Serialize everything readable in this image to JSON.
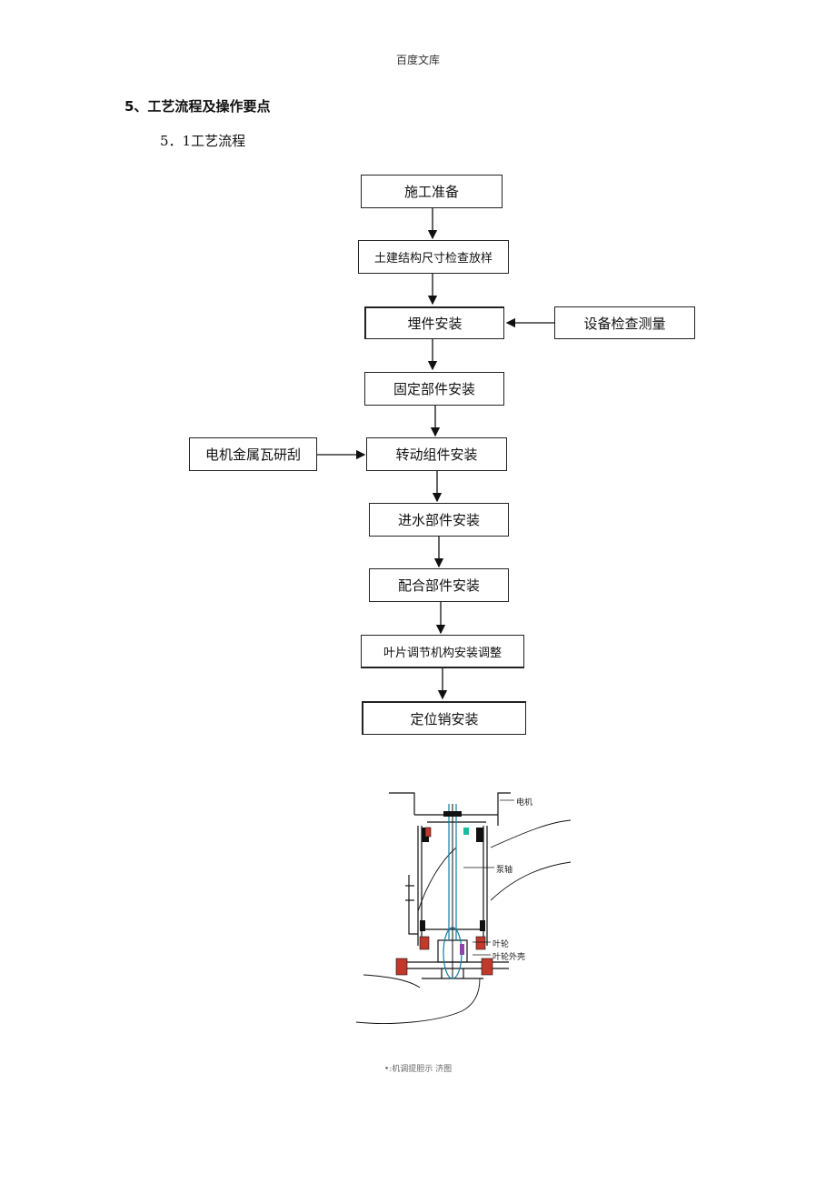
{
  "header": {
    "title": "百度文库"
  },
  "section": {
    "heading": "5、工艺流程及操作要点",
    "subheading": "5．1工艺流程"
  },
  "flow": {
    "steps": [
      "施工准备",
      "土建结构尺寸检查放样",
      "埋件安装",
      "固定部件安装",
      "转动组件安装",
      "进水部件安装",
      "配合部件安装",
      "叶片调节机构安装调整",
      "定位销安装"
    ],
    "side_inputs": [
      "设备检查测量",
      "电机金属瓦研刮"
    ]
  },
  "drawing": {
    "labels": [
      "电机",
      "泵轴",
      "叶轮",
      "叶轮外壳"
    ],
    "caption": "•:机调提胆示 济图"
  }
}
